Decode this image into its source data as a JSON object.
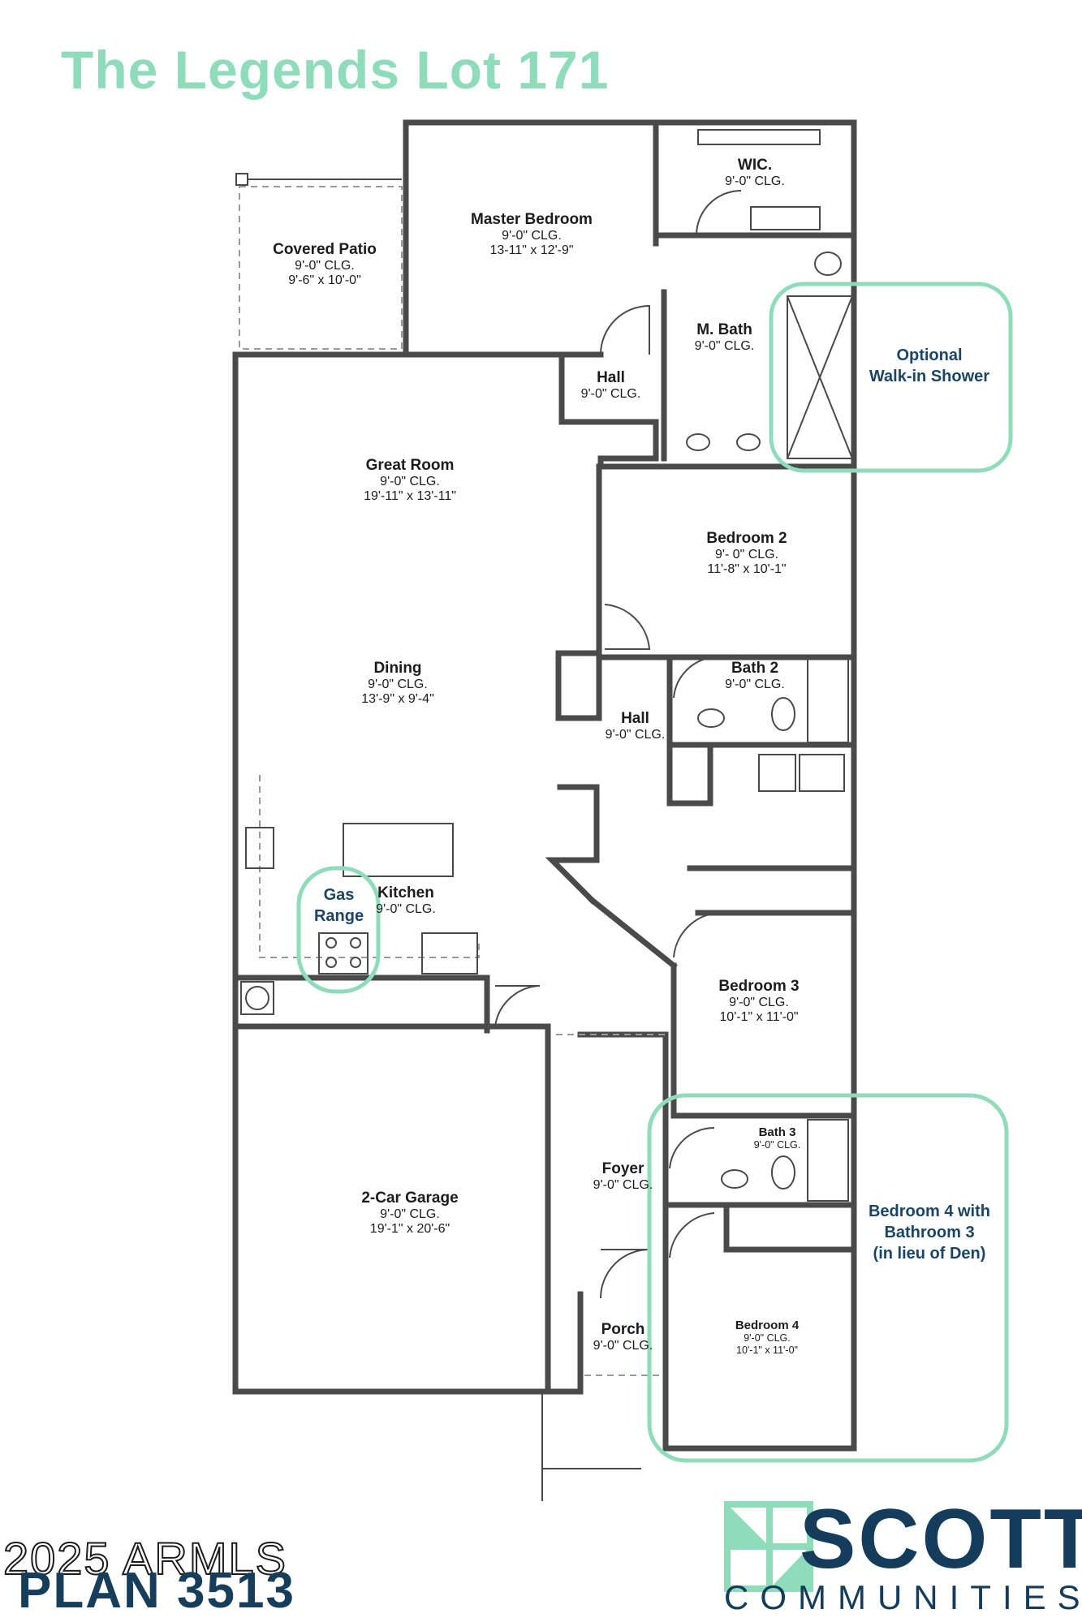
{
  "title": "The Legends Lot 171",
  "plan_label": "PLAN 3513",
  "watermark": "2025 ARMLS",
  "brand": {
    "name": "SCOTT",
    "subtitle": "COMMUNITIES"
  },
  "colors": {
    "title": "#8fdcba",
    "callout_ring": "#8fdcba",
    "brand": "#153d5b",
    "wall": "#4a4a4a"
  },
  "rooms": {
    "covered_patio": {
      "name": "Covered Patio",
      "ceiling": "9'-0\" CLG.",
      "size": "9'-6\" x 10'-0\""
    },
    "master_bedroom": {
      "name": "Master Bedroom",
      "ceiling": "9'-0\" CLG.",
      "size": "13-11\" x 12'-9\""
    },
    "wic": {
      "name": "WIC.",
      "ceiling": "9'-0\" CLG."
    },
    "m_bath": {
      "name": "M. Bath",
      "ceiling": "9'-0\" CLG."
    },
    "hall_upper": {
      "name": "Hall",
      "ceiling": "9'-0\" CLG."
    },
    "great_room": {
      "name": "Great Room",
      "ceiling": "9'-0\" CLG.",
      "size": "19'-11\" x 13'-11\""
    },
    "bedroom_2": {
      "name": "Bedroom 2",
      "ceiling": "9'- 0\" CLG.",
      "size": "11'-8\" x 10'-1\""
    },
    "dining": {
      "name": "Dining",
      "ceiling": "9'-0\" CLG.",
      "size": "13'-9\" x 9'-4\""
    },
    "bath_2": {
      "name": "Bath 2",
      "ceiling": "9'-0\" CLG."
    },
    "hall_mid": {
      "name": "Hall",
      "ceiling": "9'-0\" CLG."
    },
    "kitchen": {
      "name": "Kitchen",
      "ceiling": "9'-0\" CLG."
    },
    "bedroom_3": {
      "name": "Bedroom 3",
      "ceiling": "9'-0\" CLG.",
      "size": "10'-1\" x 11'-0\""
    },
    "bath_3": {
      "name": "Bath 3",
      "ceiling": "9'-0\" CLG."
    },
    "garage": {
      "name": "2-Car Garage",
      "ceiling": "9'-0\" CLG.",
      "size": "19'-1\" x 20'-6\""
    },
    "foyer": {
      "name": "Foyer",
      "ceiling": "9'-0\" CLG."
    },
    "porch": {
      "name": "Porch",
      "ceiling": "9'-0\" CLG."
    },
    "bedroom_4": {
      "name": "Bedroom 4",
      "ceiling": "9'-0\" CLG.",
      "size": "10'-1\" x 11'-0\""
    }
  },
  "callouts": {
    "shower": {
      "line1": "Optional",
      "line2": "Walk-in Shower"
    },
    "range": {
      "line1": "Gas",
      "line2": "Range"
    },
    "bedroom4": {
      "line1": "Bedroom 4 with",
      "line2": "Bathroom 3",
      "line3": "(in lieu of Den)"
    }
  }
}
